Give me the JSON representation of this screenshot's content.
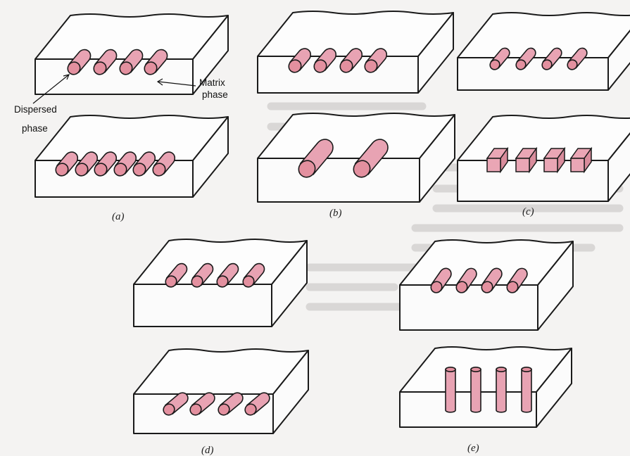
{
  "panel_labels": {
    "a": "(a)",
    "b": "(b)",
    "c": "(c)",
    "d": "(d)",
    "e": "(e)"
  },
  "callouts": {
    "matrix_line1": "Matrix",
    "matrix_line2": "phase",
    "dispersed_line1": "Dispersed",
    "dispersed_line2": "phase"
  },
  "colors": {
    "dispersed_phase": "#e8a3b3",
    "matrix_phase": "#fbfbfb",
    "outline": "#1a1a1a"
  }
}
